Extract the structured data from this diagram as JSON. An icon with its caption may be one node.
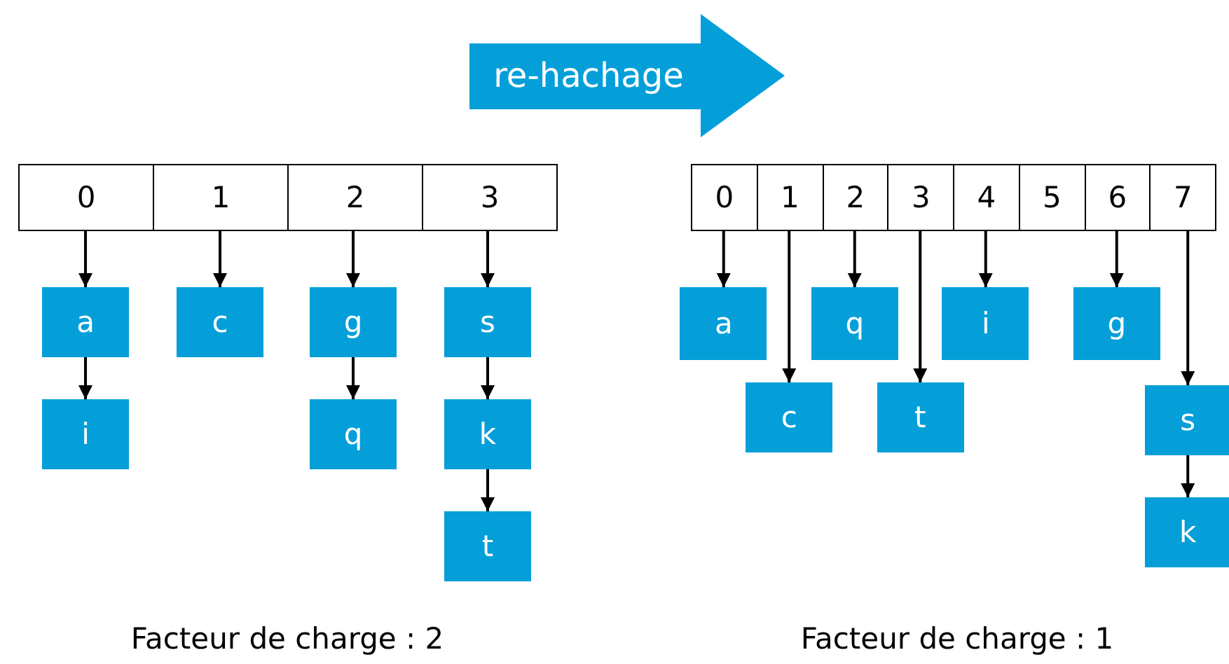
{
  "diagram": {
    "nodes": [
      {
        "text": [
          "re-hachage"
        ]
      },
      {
        "text": [
          "0"
        ]
      },
      {
        "text": [
          "1"
        ]
      },
      {
        "text": [
          "2"
        ]
      },
      {
        "text": [
          "3"
        ]
      },
      {
        "text": [
          "0"
        ]
      },
      {
        "text": [
          "1"
        ]
      },
      {
        "text": [
          "2"
        ]
      },
      {
        "text": [
          "3"
        ]
      },
      {
        "text": [
          "4"
        ]
      },
      {
        "text": [
          "5"
        ]
      },
      {
        "text": [
          "6"
        ]
      },
      {
        "text": [
          "7"
        ]
      },
      {
        "text": [
          "a"
        ]
      },
      {
        "text": [
          "c"
        ]
      },
      {
        "text": [
          "g"
        ]
      },
      {
        "text": [
          "s"
        ]
      },
      {
        "text": [
          "i"
        ]
      },
      {
        "text": [
          "q"
        ]
      },
      {
        "text": [
          "k"
        ]
      },
      {
        "text": [
          "t"
        ]
      },
      {
        "text": [
          "a"
        ]
      },
      {
        "text": [
          "q"
        ]
      },
      {
        "text": [
          "i"
        ]
      },
      {
        "text": [
          "g"
        ]
      },
      {
        "text": [
          "c"
        ]
      },
      {
        "text": [
          "t"
        ]
      },
      {
        "text": [
          "s"
        ]
      },
      {
        "text": [
          "k"
        ]
      }
    ],
    "edges": [
      {
        "from": 1,
        "to": 13,
        "arrow": "to"
      },
      {
        "from": 13,
        "to": 17,
        "arrow": "to"
      },
      {
        "from": 2,
        "to": 14,
        "arrow": "to"
      },
      {
        "from": 3,
        "to": 15,
        "arrow": "to"
      },
      {
        "from": 15,
        "to": 18,
        "arrow": "to"
      },
      {
        "from": 4,
        "to": 16,
        "arrow": "to"
      },
      {
        "from": 16,
        "to": 19,
        "arrow": "to"
      },
      {
        "from": 19,
        "to": 20,
        "arrow": "to"
      },
      {
        "from": 5,
        "to": 21,
        "arrow": "to"
      },
      {
        "from": 6,
        "to": 25,
        "arrow": "to"
      },
      {
        "from": 7,
        "to": 22,
        "arrow": "to"
      },
      {
        "from": 8,
        "to": 26,
        "arrow": "to"
      },
      {
        "from": 9,
        "to": 23,
        "arrow": "to"
      },
      {
        "from": 11,
        "to": 24,
        "arrow": "to"
      },
      {
        "from": 12,
        "to": 27,
        "arrow": "to"
      },
      {
        "from": 27,
        "to": 28,
        "arrow": "to"
      }
    ],
    "labels": [
      "Facteur de charge : 2",
      "Facteur de charge : 1"
    ]
  }
}
